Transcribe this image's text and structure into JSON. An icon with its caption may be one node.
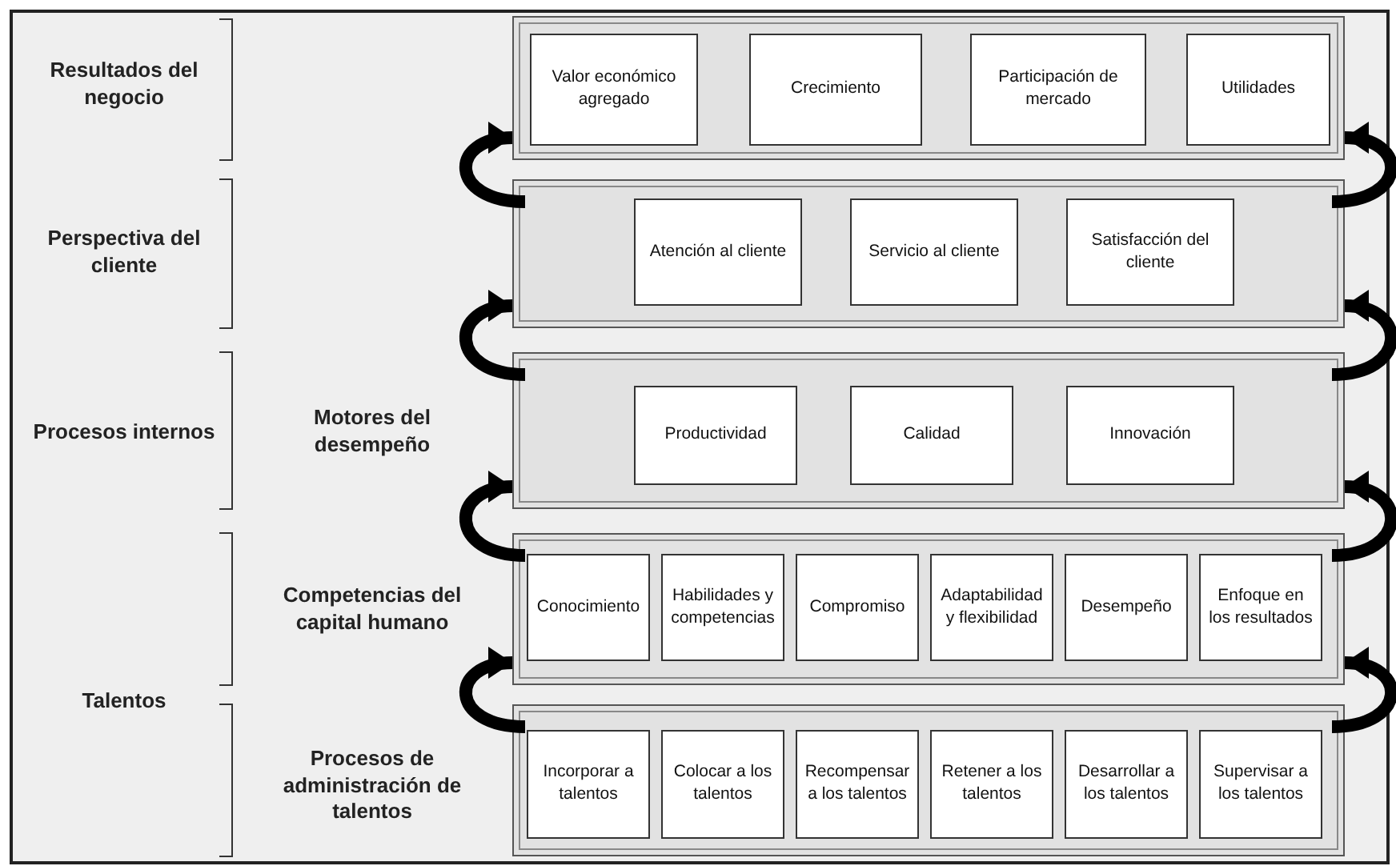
{
  "diagram": {
    "nodes": [
      {
        "text": [],
        "shape": "box"
      },
      {
        "text": [
          "Valor económico agregado"
        ],
        "in": 0
      },
      {
        "text": [
          "Crecimiento"
        ],
        "in": 0
      },
      {
        "text": [
          "Participación de mercado"
        ],
        "in": 0
      },
      {
        "text": [
          "Utilidades"
        ],
        "in": 0
      },
      {
        "text": [],
        "shape": "box"
      },
      {
        "text": [
          "Atención al cliente"
        ],
        "in": 5
      },
      {
        "text": [
          "Servicio al cliente"
        ],
        "in": 5
      },
      {
        "text": [
          "Satisfacción del cliente"
        ],
        "in": 5
      },
      {
        "text": [],
        "shape": "box"
      },
      {
        "text": [
          "Productividad"
        ],
        "in": 9
      },
      {
        "text": [
          "Calidad"
        ],
        "in": 9
      },
      {
        "text": [
          "Innovación"
        ],
        "in": 9
      },
      {
        "text": [],
        "shape": "box"
      },
      {
        "text": [
          "Conocimiento"
        ],
        "in": 13
      },
      {
        "text": [
          "Habilidades y competencias"
        ],
        "in": 13
      },
      {
        "text": [
          "Compromiso"
        ],
        "in": 13
      },
      {
        "text": [
          "Adaptabilidad y flexibilidad"
        ],
        "in": 13
      },
      {
        "text": [
          "Desempeño"
        ],
        "in": 13
      },
      {
        "text": [
          "Enfoque en los resultados"
        ],
        "in": 13
      },
      {
        "text": [],
        "shape": "box"
      },
      {
        "text": [
          "Incorporar a talentos"
        ],
        "in": 20
      },
      {
        "text": [
          "Colocar a los talentos"
        ],
        "in": 20
      },
      {
        "text": [
          "Recompensar a los talentos"
        ],
        "in": 20
      },
      {
        "text": [
          "Retener a los talentos"
        ],
        "in": 20
      },
      {
        "text": [
          "Desarrollar a los talentos"
        ],
        "in": 20
      },
      {
        "text": [
          "Supervisar a los talentos"
        ],
        "in": 20
      }
    ],
    "edges": [
      {
        "from": 5,
        "to": 0,
        "arrow": "to"
      },
      {
        "from": 5,
        "to": 0,
        "arrow": "to"
      },
      {
        "from": 9,
        "to": 5,
        "arrow": "to"
      },
      {
        "from": 9,
        "to": 5,
        "arrow": "to"
      },
      {
        "from": 13,
        "to": 9,
        "arrow": "to"
      },
      {
        "from": 13,
        "to": 9,
        "arrow": "to"
      },
      {
        "from": 20,
        "to": 13,
        "arrow": "to"
      },
      {
        "from": 20,
        "to": 13,
        "arrow": "to"
      }
    ],
    "labels": [
      "Resultados del negocio",
      "Perspectiva del cliente",
      "Procesos internos",
      "Motores del desempeño",
      "Competencias del capital humano",
      "Talentos",
      "Procesos de administración de talentos"
    ]
  }
}
